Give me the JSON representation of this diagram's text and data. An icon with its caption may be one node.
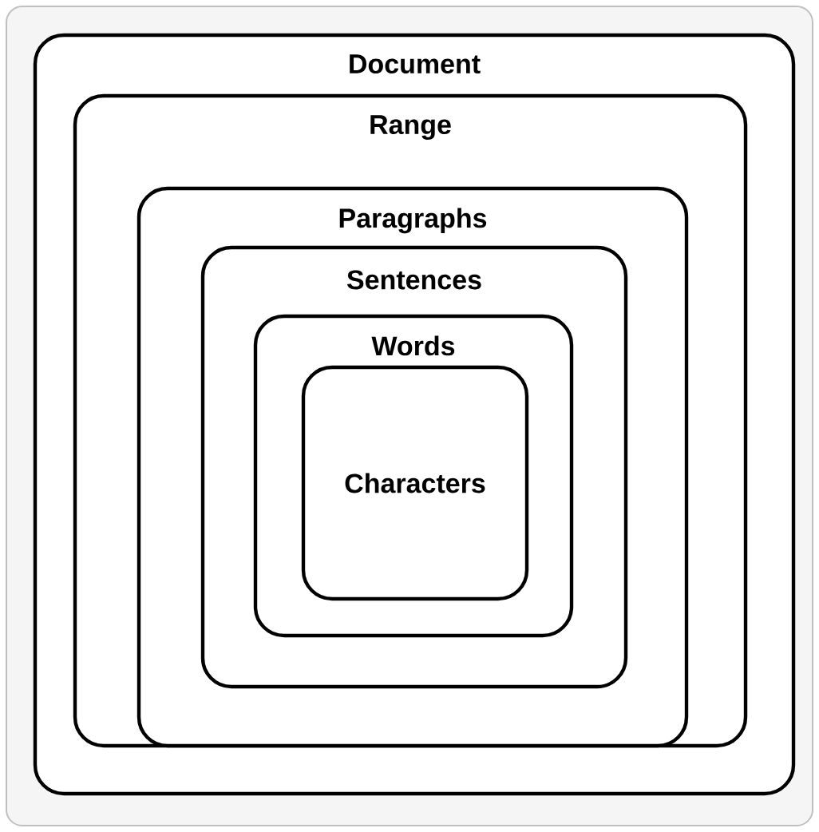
{
  "diagram": {
    "nodes": [
      {
        "text": [
          "Document"
        ]
      },
      {
        "text": [
          "Range"
        ],
        "in": 0
      },
      {
        "text": [
          "Paragraphs"
        ],
        "in": 1
      },
      {
        "text": [
          "Sentences"
        ],
        "in": 2
      },
      {
        "text": [
          "Words"
        ],
        "in": 3
      },
      {
        "text": [
          "Characters"
        ],
        "in": 4
      }
    ]
  }
}
